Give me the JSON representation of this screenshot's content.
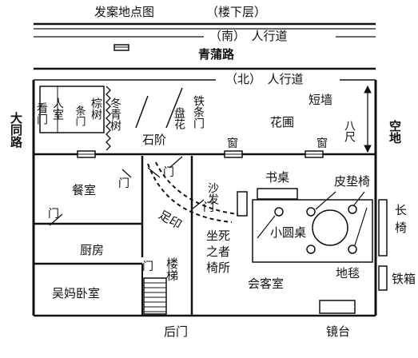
{
  "title": "发案地点图",
  "subtitle": "（楼下层）",
  "roads": {
    "south_sidewalk": "（南）　人行道",
    "qingpu_road": "青蒲路",
    "north_sidewalk": "（北）　人行道",
    "datong_road": "大同路",
    "empty_lot": "空地"
  },
  "rooms": {
    "gate_room": "看门",
    "gate_room_2": "人室",
    "hedge_gate": "条门",
    "palm_tree": "棕树",
    "evergreen_tree": "冬青树",
    "stone_steps": "石阶",
    "flower_bed": "盘花",
    "iron_gate": "铁条门",
    "short_wall": "短墙",
    "garden": "花圃",
    "eight_feet": "八尺",
    "window_1": "窗",
    "window_2": "窗",
    "dining_room": "餐室",
    "door_1": "门",
    "door_2": "门",
    "door_3": "门",
    "door_4": "门",
    "door_5": "门",
    "kitchen": "厨房",
    "wu_ma_bedroom": "吴妈卧室",
    "footprints": "足印",
    "sofa": "沙发",
    "desk": "书桌",
    "cushion_chairs": "皮垫椅",
    "round_table": "小圆桌",
    "victim_chair_1": "坐死",
    "victim_chair_2": "之者",
    "victim_chair_3": "椅所",
    "stairs": "楼梯",
    "long_bench_1": "长",
    "long_bench_2": "椅",
    "living_room": "会客室",
    "carpet": "地毯",
    "iron_box": "铁箱",
    "back_door": "后门",
    "mirror_stand": "镜台"
  }
}
